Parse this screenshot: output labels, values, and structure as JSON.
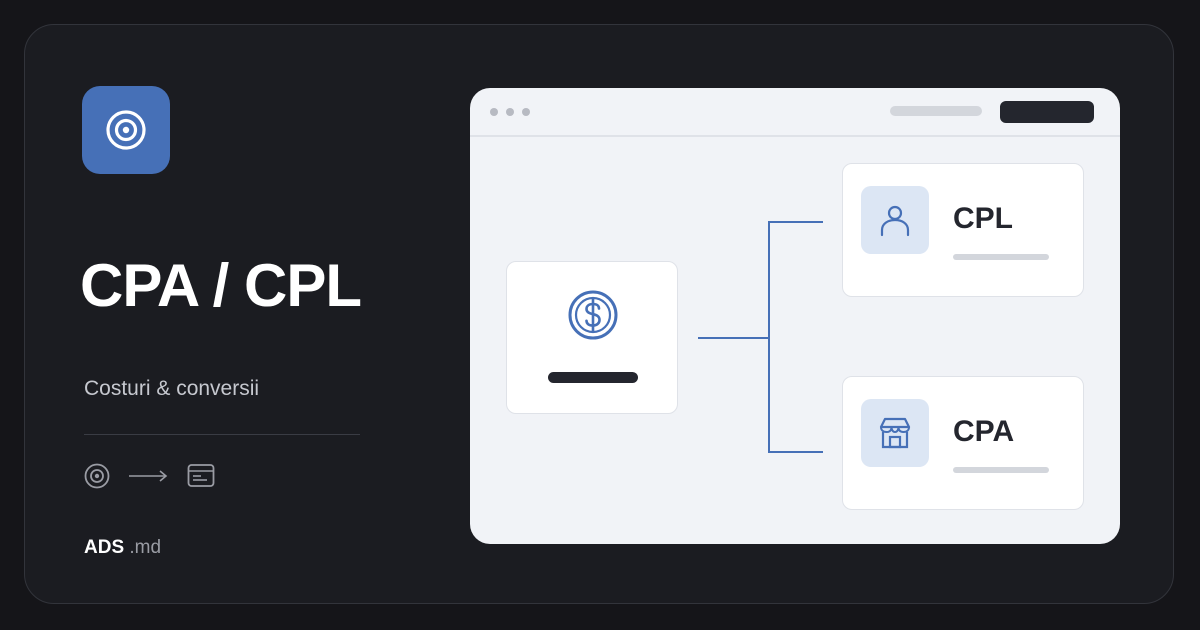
{
  "brand_color": "#4670b7",
  "logo": {
    "icon": "target-icon"
  },
  "headline": "CPA / CPL",
  "subtitle": "Costuri & conversii",
  "flow": {
    "icons": [
      "target-icon",
      "arrow-right-icon",
      "browser-window-icon"
    ]
  },
  "brand": {
    "name": "ADS",
    "tld": ".md"
  },
  "mockup": {
    "source": {
      "icon": "dollar-coin-icon"
    },
    "targets": [
      {
        "label": "CPL",
        "icon": "user-icon"
      },
      {
        "label": "CPA",
        "icon": "storefront-icon"
      }
    ]
  }
}
